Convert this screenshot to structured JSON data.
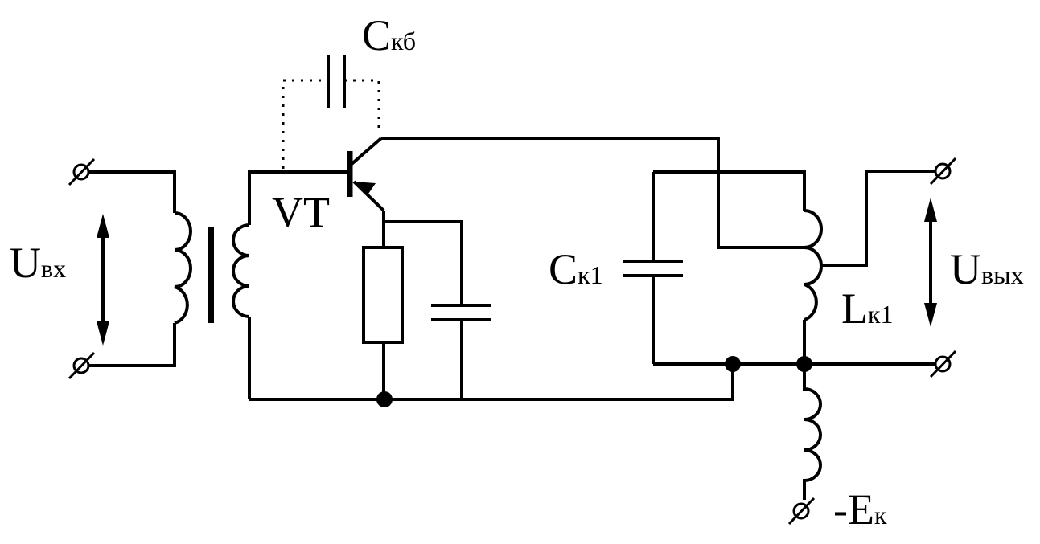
{
  "labels": {
    "u_in": {
      "main": "U",
      "sub": "вх"
    },
    "u_out": {
      "main": "U",
      "sub": "вых"
    },
    "c_kb": {
      "main": "C",
      "sub": "кб"
    },
    "vt": {
      "main": "VT"
    },
    "c_k1": {
      "main": "C",
      "sub": "к1"
    },
    "l_k1": {
      "main": "L",
      "sub": "к1"
    },
    "e_k": {
      "main": "-E",
      "sub": "к"
    }
  }
}
